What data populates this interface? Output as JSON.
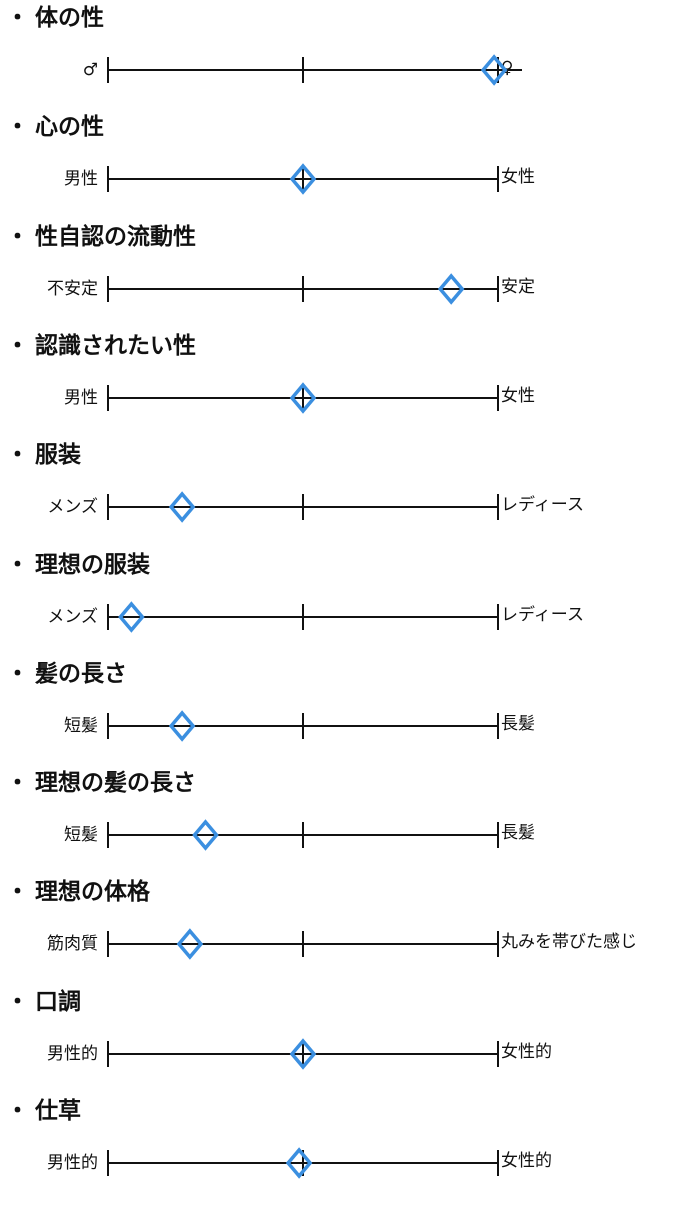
{
  "chart_data": {
    "type": "scale",
    "title": "",
    "range": [
      0,
      100
    ],
    "marker_color": "#3b8fe0",
    "bullet": "・",
    "items": [
      {
        "title": "体の性",
        "left": "♂",
        "right": "♀",
        "value": 99
      },
      {
        "title": "心の性",
        "left": "男性",
        "right": "女性",
        "value": 50
      },
      {
        "title": "性自認の流動性",
        "left": "不安定",
        "right": "安定",
        "value": 88
      },
      {
        "title": "認識されたい性",
        "left": "男性",
        "right": "女性",
        "value": 50
      },
      {
        "title": "服装",
        "left": "メンズ",
        "right": "レディース",
        "value": 19
      },
      {
        "title": "理想の服装",
        "left": "メンズ",
        "right": "レディース",
        "value": 6
      },
      {
        "title": "髪の長さ",
        "left": "短髪",
        "right": "長髪",
        "value": 19
      },
      {
        "title": "理想の髪の長さ",
        "left": "短髪",
        "right": "長髪",
        "value": 25
      },
      {
        "title": "理想の体格",
        "left": "筋肉質",
        "right": "丸みを帯びた感じ",
        "value": 21
      },
      {
        "title": "口調",
        "left": "男性的",
        "right": "女性的",
        "value": 50
      },
      {
        "title": "仕草",
        "left": "男性的",
        "right": "女性的",
        "value": 49
      }
    ]
  }
}
